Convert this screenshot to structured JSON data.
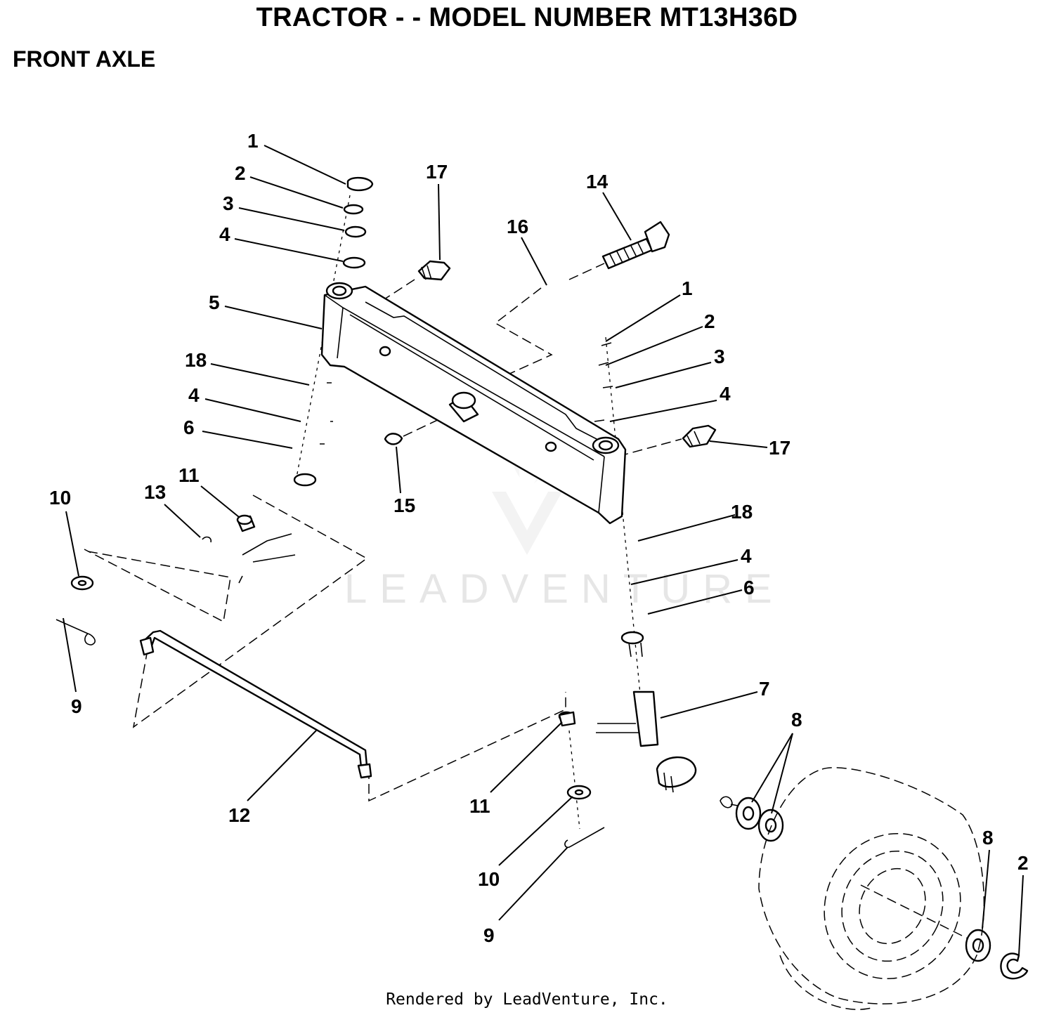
{
  "header": {
    "title": "TRACTOR - - MODEL NUMBER MT13H36D",
    "subtitle": "FRONT AXLE"
  },
  "watermark": "LEADVENTURE",
  "footer": "Rendered by LeadVenture, Inc.",
  "callouts": [
    {
      "id": "c1a",
      "label": "1"
    },
    {
      "id": "c2a",
      "label": "2"
    },
    {
      "id": "c3a",
      "label": "3"
    },
    {
      "id": "c4a",
      "label": "4"
    },
    {
      "id": "c5",
      "label": "5"
    },
    {
      "id": "c17a",
      "label": "17"
    },
    {
      "id": "c14",
      "label": "14"
    },
    {
      "id": "c16",
      "label": "16"
    },
    {
      "id": "c1b",
      "label": "1"
    },
    {
      "id": "c2b",
      "label": "2"
    },
    {
      "id": "c3b",
      "label": "3"
    },
    {
      "id": "c4b",
      "label": "4"
    },
    {
      "id": "c17b",
      "label": "17"
    },
    {
      "id": "c18a",
      "label": "18"
    },
    {
      "id": "c4c",
      "label": "4"
    },
    {
      "id": "c6a",
      "label": "6"
    },
    {
      "id": "c15",
      "label": "15"
    },
    {
      "id": "c10a",
      "label": "10"
    },
    {
      "id": "c13",
      "label": "13"
    },
    {
      "id": "c11a",
      "label": "11"
    },
    {
      "id": "c18b",
      "label": "18"
    },
    {
      "id": "c4d",
      "label": "4"
    },
    {
      "id": "c6b",
      "label": "6"
    },
    {
      "id": "c9a",
      "label": "9"
    },
    {
      "id": "c7",
      "label": "7"
    },
    {
      "id": "c8a",
      "label": "8"
    },
    {
      "id": "c12",
      "label": "12"
    },
    {
      "id": "c11b",
      "label": "11"
    },
    {
      "id": "c10b",
      "label": "10"
    },
    {
      "id": "c8b",
      "label": "8"
    },
    {
      "id": "c2c",
      "label": "2"
    },
    {
      "id": "c9b",
      "label": "9"
    }
  ]
}
